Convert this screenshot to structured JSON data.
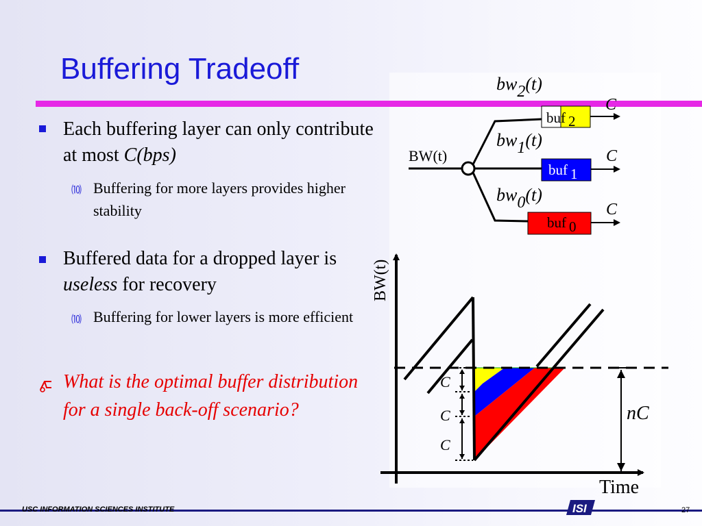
{
  "slide": {
    "title": "Buffering Tradeoff",
    "page_number": "27",
    "footer_org": "USC INFORMATION SCIENCES INSTITUTE",
    "logo_text": "ISI"
  },
  "bullets": [
    {
      "text_before": "Each buffering layer can only contribute at most ",
      "emphasis": "C(bps)",
      "text_after": "",
      "sub": "Buffering for more layers provides higher stability"
    },
    {
      "text_before": "Buffered data for a dropped layer is ",
      "emphasis": "useless",
      "text_after": " for recovery",
      "sub": "Buffering for lower layers is more efficient"
    }
  ],
  "question": "What is the optimal buffer distribution for a single back-off scenario?",
  "diagram": {
    "input_label": "BW(t)",
    "branches": [
      {
        "bw_main": "bw",
        "bw_sub": "2",
        "bw_arg": "(t)",
        "buf_label": "buf",
        "buf_sub": "2",
        "rate": "C",
        "fill": "#ffff00"
      },
      {
        "bw_main": "bw",
        "bw_sub": "1",
        "bw_arg": "(t)",
        "buf_label": "buf",
        "buf_sub": "1",
        "rate": "C",
        "fill": "#0000ff"
      },
      {
        "bw_main": "bw",
        "bw_sub": "0",
        "bw_arg": "(t)",
        "buf_label": "buf",
        "buf_sub": "0",
        "rate": "C",
        "fill": "#ff0000"
      }
    ]
  },
  "graph": {
    "ylabel": "BW(t)",
    "xlabel": "Time",
    "nc_label": "nC",
    "c_labels": [
      "C",
      "C",
      "C"
    ],
    "layer_colors": [
      "#ffff00",
      "#0000ff",
      "#ff0000"
    ]
  }
}
